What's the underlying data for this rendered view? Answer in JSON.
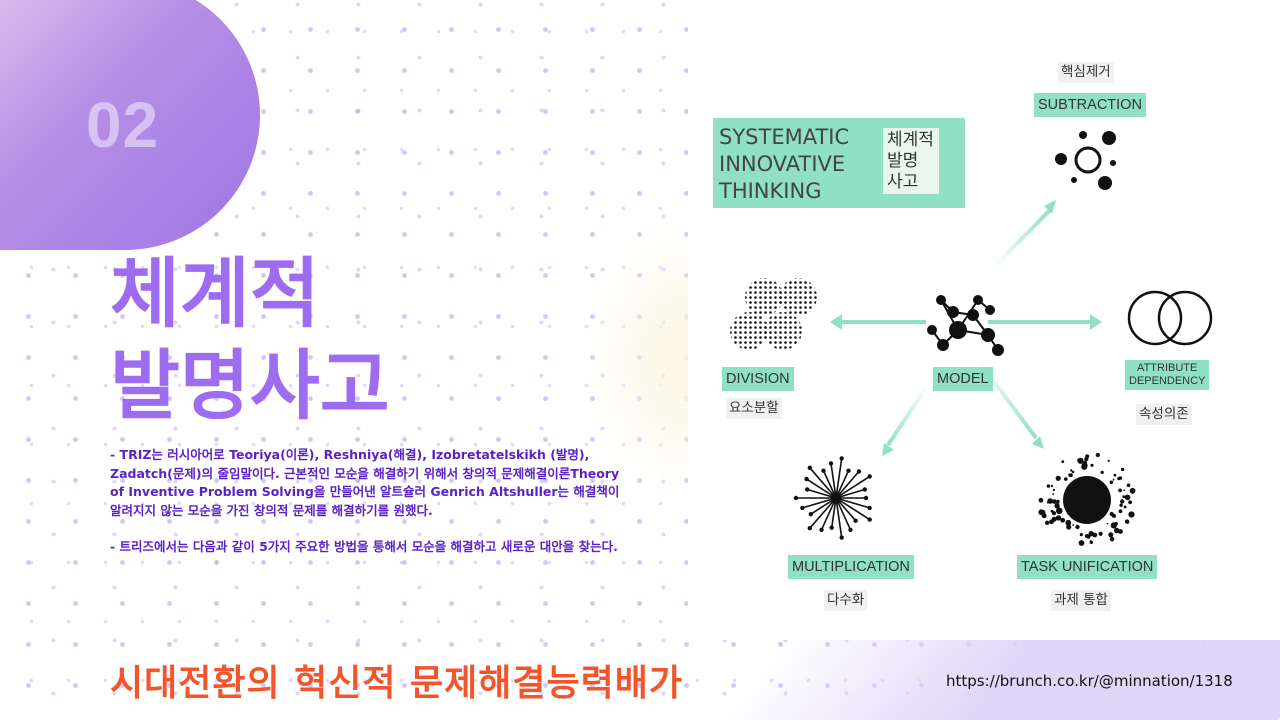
{
  "slide": {
    "number": "02",
    "title_lines": [
      "체계적",
      "발명사고"
    ],
    "paragraphs": [
      "- TRIZ는 러시아어로 Teoriya(이론), Reshniya(해결), Izobretatelskikh (발명), Zadatch(문제)의 줄임말이다. 근본적인 모순을 해결하기 위해서 창의적 문제해결이론Theory of Inventive Problem Solving을 만들어낸 알트슐러 Genrich Altshuller는 해결책이 알려지지 않는 모순을 가진 창의적 문제를 해결하기를 원했다.",
      "- 트리즈에서는 다음과 같이 5가지 주요한 방법을 통해서 모순을 해결하고 새로운 대안을 찾는다."
    ],
    "headline": "시대전환의 혁신적 문제해결능력배가",
    "source": "https://brunch.co.kr/@minnation/1318"
  },
  "diagram": {
    "heading_en": [
      "SYSTEMATIC",
      "INNOVATIVE",
      "THINKING"
    ],
    "heading_ko": [
      "체계적",
      "발명",
      "사고"
    ],
    "center": {
      "label": "MODEL"
    },
    "methods": [
      {
        "id": "subtraction",
        "label": "SUBTRACTION",
        "ko": "핵심제거"
      },
      {
        "id": "attribute",
        "label_lines": [
          "ATTRIBUTE",
          "DEPENDENCY"
        ],
        "ko": "속성의존"
      },
      {
        "id": "task-unification",
        "label": "TASK UNIFICATION",
        "ko": "과제 통합"
      },
      {
        "id": "multiplication",
        "label": "MULTIPLICATION",
        "ko": "다수화"
      },
      {
        "id": "division",
        "label": "DIVISION",
        "ko": "요소분할"
      }
    ]
  },
  "colors": {
    "title_purple": "#9d6cf0",
    "body_purple": "#5a22c6",
    "headline_orange": "#f2552b",
    "mint": "#8fe0c4",
    "arrow_mint": "#8fe0c4"
  }
}
